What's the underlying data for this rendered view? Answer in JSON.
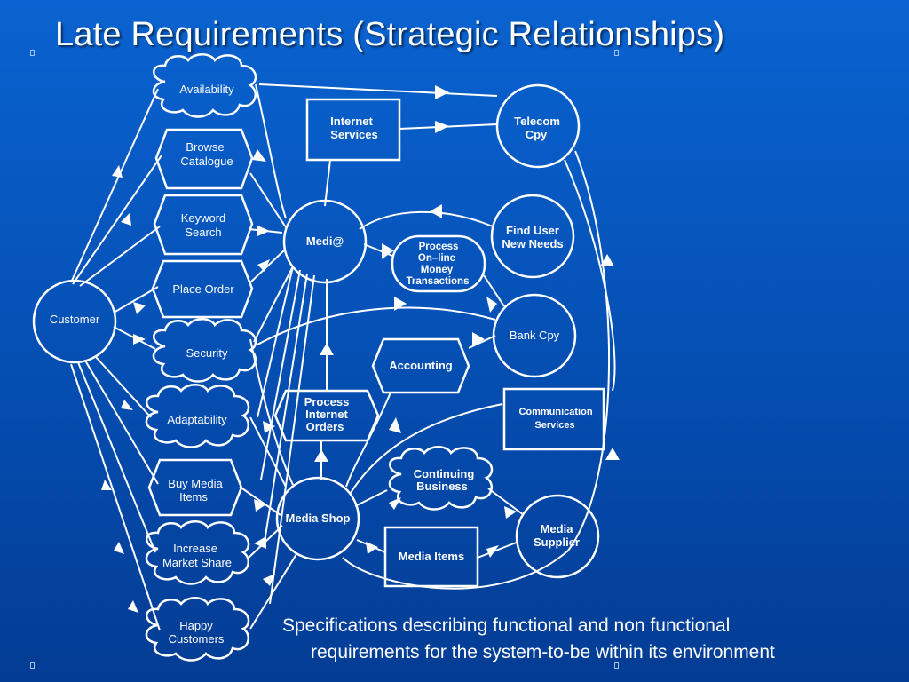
{
  "title": "Late Requirements (Strategic Relationships)",
  "caption": {
    "line1": "Specifications describing functional and non functional",
    "line2": "requirements for the system-to-be within its environment"
  },
  "actors": {
    "customer": "Customer",
    "medi": "Medi@",
    "telecom": [
      "Telecom",
      "Cpy"
    ],
    "find_user": [
      "Find User",
      "New Needs"
    ],
    "bank": "Bank Cpy",
    "media_shop": "Media Shop",
    "media_supplier": [
      "Media",
      "Supplier"
    ]
  },
  "softgoals": {
    "availability": "Availability",
    "security": "Security",
    "adaptability": "Adaptability",
    "increase_market_share": [
      "Increase",
      "Market Share"
    ],
    "happy_customers": [
      "Happy",
      "Customers"
    ],
    "continuing_business": [
      "Continuing",
      "Business"
    ]
  },
  "tasks": {
    "browse_catalogue": [
      "Browse",
      "Catalogue"
    ],
    "keyword_search": [
      "Keyword",
      "Search"
    ],
    "place_order": "Place Order",
    "buy_media_items": [
      "Buy Media",
      "Items"
    ],
    "accounting": "Accounting",
    "process_internet_orders": [
      "Process",
      "Internet",
      "Orders"
    ],
    "process_online_money": [
      "Process",
      "On–line",
      "Money",
      "Transactions"
    ]
  },
  "resources": {
    "internet_services": [
      "Internet",
      "Services"
    ],
    "communication_services": [
      "Communication",
      "Services"
    ],
    "media_items": "Media Items"
  },
  "colors": {
    "background_top": "#0a63d0",
    "background_bottom": "#033c94",
    "stroke": "#ffffff",
    "text": "#ffffff"
  }
}
